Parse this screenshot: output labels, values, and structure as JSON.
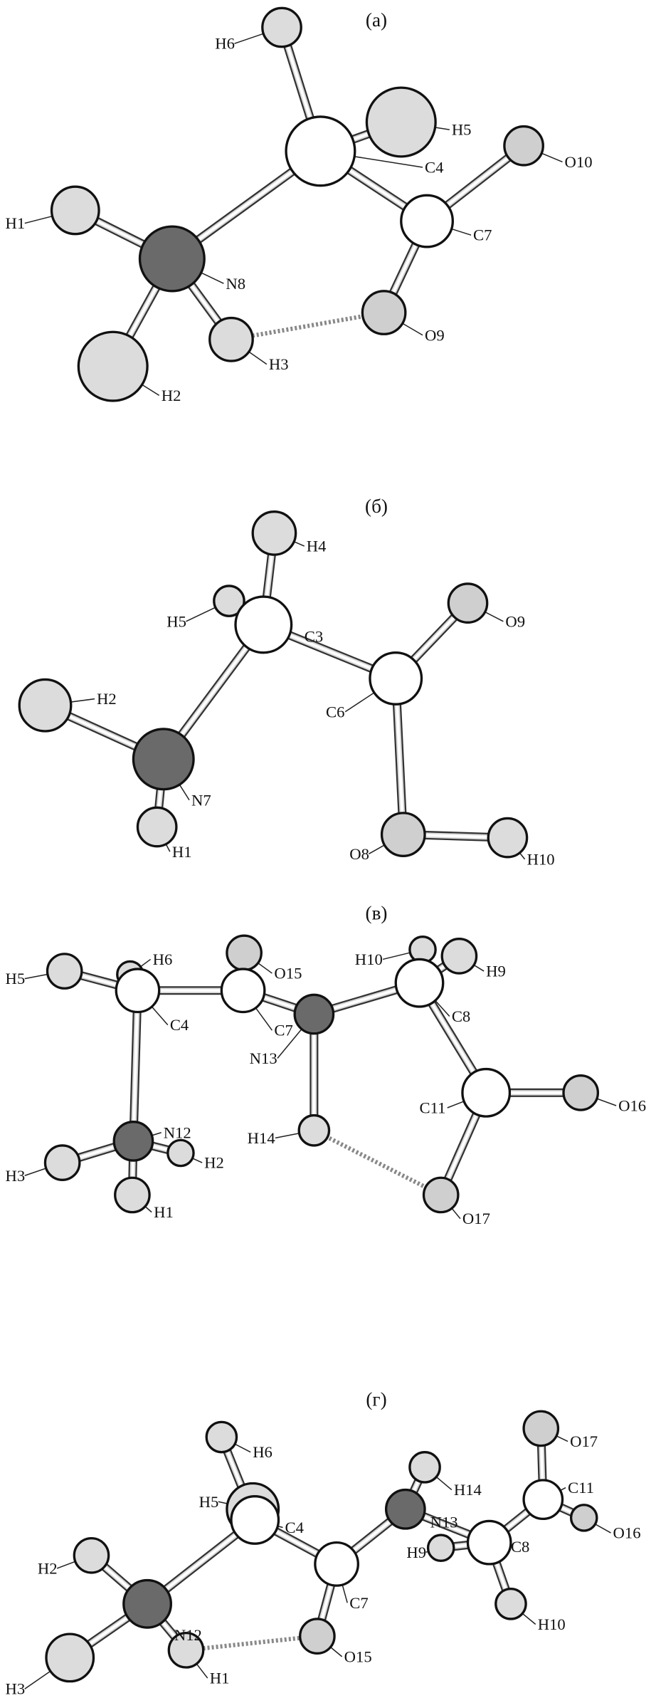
{
  "panels": [
    {
      "title": "(a)",
      "atoms": [
        "H6",
        "C4",
        "H5",
        "O10",
        "C7",
        "N8",
        "H1",
        "O9",
        "H3",
        "H2"
      ]
    },
    {
      "title": "(б)",
      "atoms": [
        "H4",
        "H5",
        "C3",
        "O9",
        "C6",
        "H2",
        "N7",
        "H1",
        "O8",
        "H10"
      ]
    },
    {
      "title": "(в)",
      "atoms": [
        "O15",
        "H5",
        "H6",
        "C4",
        "C7",
        "H10",
        "H9",
        "C8",
        "N13",
        "C11",
        "O16",
        "H14",
        "N12",
        "H2",
        "H3",
        "H1",
        "O17"
      ]
    },
    {
      "title": "(г)",
      "atoms": [
        "O17",
        "H6",
        "H14",
        "H5",
        "C4",
        "C11",
        "O16",
        "N13",
        "C8",
        "H9",
        "H2",
        "C7",
        "N12",
        "H10",
        "O15",
        "H1",
        "H3"
      ]
    }
  ],
  "colors": {
    "H": "#dcdcdc",
    "C": "#ffffff",
    "N": "#6a6a6a",
    "O": "#cfcfcf"
  }
}
